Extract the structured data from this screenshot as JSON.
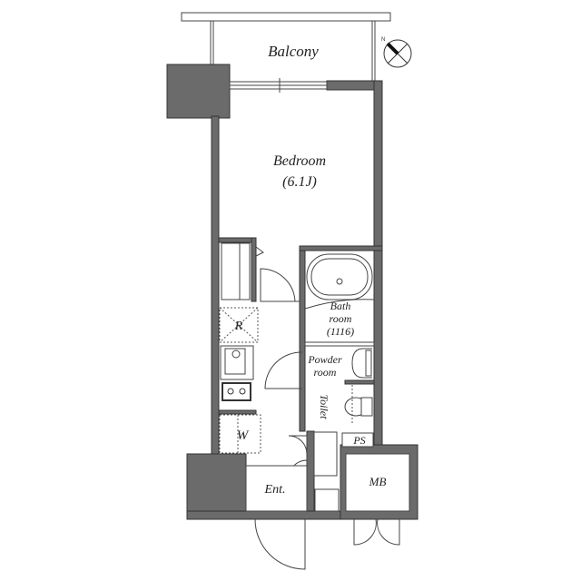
{
  "rooms": {
    "balcony": "Balcony",
    "bedroom": "Bedroom",
    "bedroom_size": "(6.1J)",
    "bath_line1": "Bath",
    "bath_line2": "room",
    "bath_size": "(1116)",
    "powder_line1": "Powder",
    "powder_line2": "room",
    "toilet": "Toilet",
    "refrigerator": "R",
    "washer": "W",
    "pipe_space": "PS",
    "meter_box": "MB",
    "entrance": "Ent."
  },
  "compass": {
    "icon": "north-arrow-icon",
    "label": "N"
  },
  "colors": {
    "wall": "#6b6b6b",
    "line": "#444444"
  }
}
